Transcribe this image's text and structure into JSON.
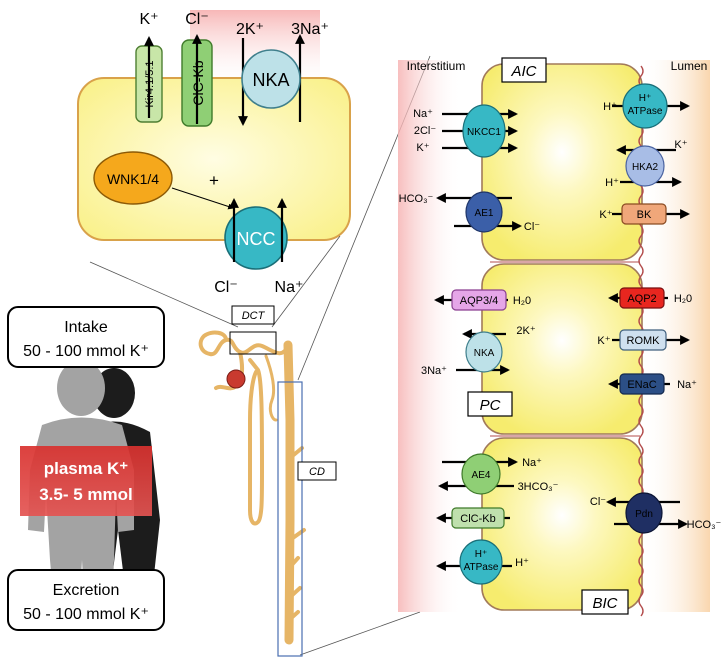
{
  "dct_cell": {
    "channels": {
      "kir": "Kir4.1/5.1",
      "clckb": "ClC-Kb",
      "nka": "NKA",
      "wnk": "WNK1/4",
      "ncc": "NCC"
    },
    "ions": {
      "k_top": "K⁺",
      "cl_top": "Cl⁻",
      "k2_top": "2K⁺",
      "na3_top": "3Na⁺",
      "cl_bottom": "Cl⁻",
      "na_bottom": "Na⁺",
      "plus": "+"
    }
  },
  "body": {
    "intake": [
      "Intake",
      "50 - 100 mmol K⁺"
    ],
    "plasma": [
      "plasma K⁺",
      "3.5- 5 mmol"
    ],
    "excretion": [
      "Excretion",
      "50 - 100 mmol K⁺"
    ]
  },
  "nephron": {
    "dct_label": "DCT",
    "cd_label": "CD"
  },
  "collecting_duct": {
    "interstitium": "Interstitium",
    "lumen": "Lumen",
    "aic": {
      "label": "AIC",
      "nkcc1": "NKCC1",
      "ae1": "AE1",
      "h_atpase": [
        "H⁺",
        "ATPase"
      ],
      "hka2": "HKA2",
      "bk": "BK",
      "ions": {
        "na": "Na⁺",
        "cl2": "2Cl⁻",
        "k": "K⁺",
        "hco3": "HCO₃⁻",
        "cl": "Cl⁻",
        "h_top": "H⁺",
        "k_hka": "K⁺",
        "h_hka": "H⁺",
        "k_bk": "K⁺"
      }
    },
    "pc": {
      "label": "PC",
      "aqp34": "AQP3/4",
      "aqp2": "AQP2",
      "nka": "NKA",
      "romk": "ROMK",
      "enac": "ENaC",
      "ions": {
        "h2o_left": "H₂0",
        "h2o_right": "H₂0",
        "k2": "2K⁺",
        "na3": "3Na⁺",
        "k_romk": "K⁺",
        "na_enac": "Na⁺"
      }
    },
    "bic": {
      "label": "BIC",
      "ae4": "AE4",
      "clckb": "ClC-Kb",
      "h_atpase": [
        "H⁺",
        "ATPase"
      ],
      "pdn": "Pdn",
      "ions": {
        "na": "Na⁺",
        "hco3_3": "3HCO₃⁻",
        "h": "H⁺",
        "cl": "Cl⁻",
        "hco3": "HCO₃⁻"
      }
    }
  }
}
